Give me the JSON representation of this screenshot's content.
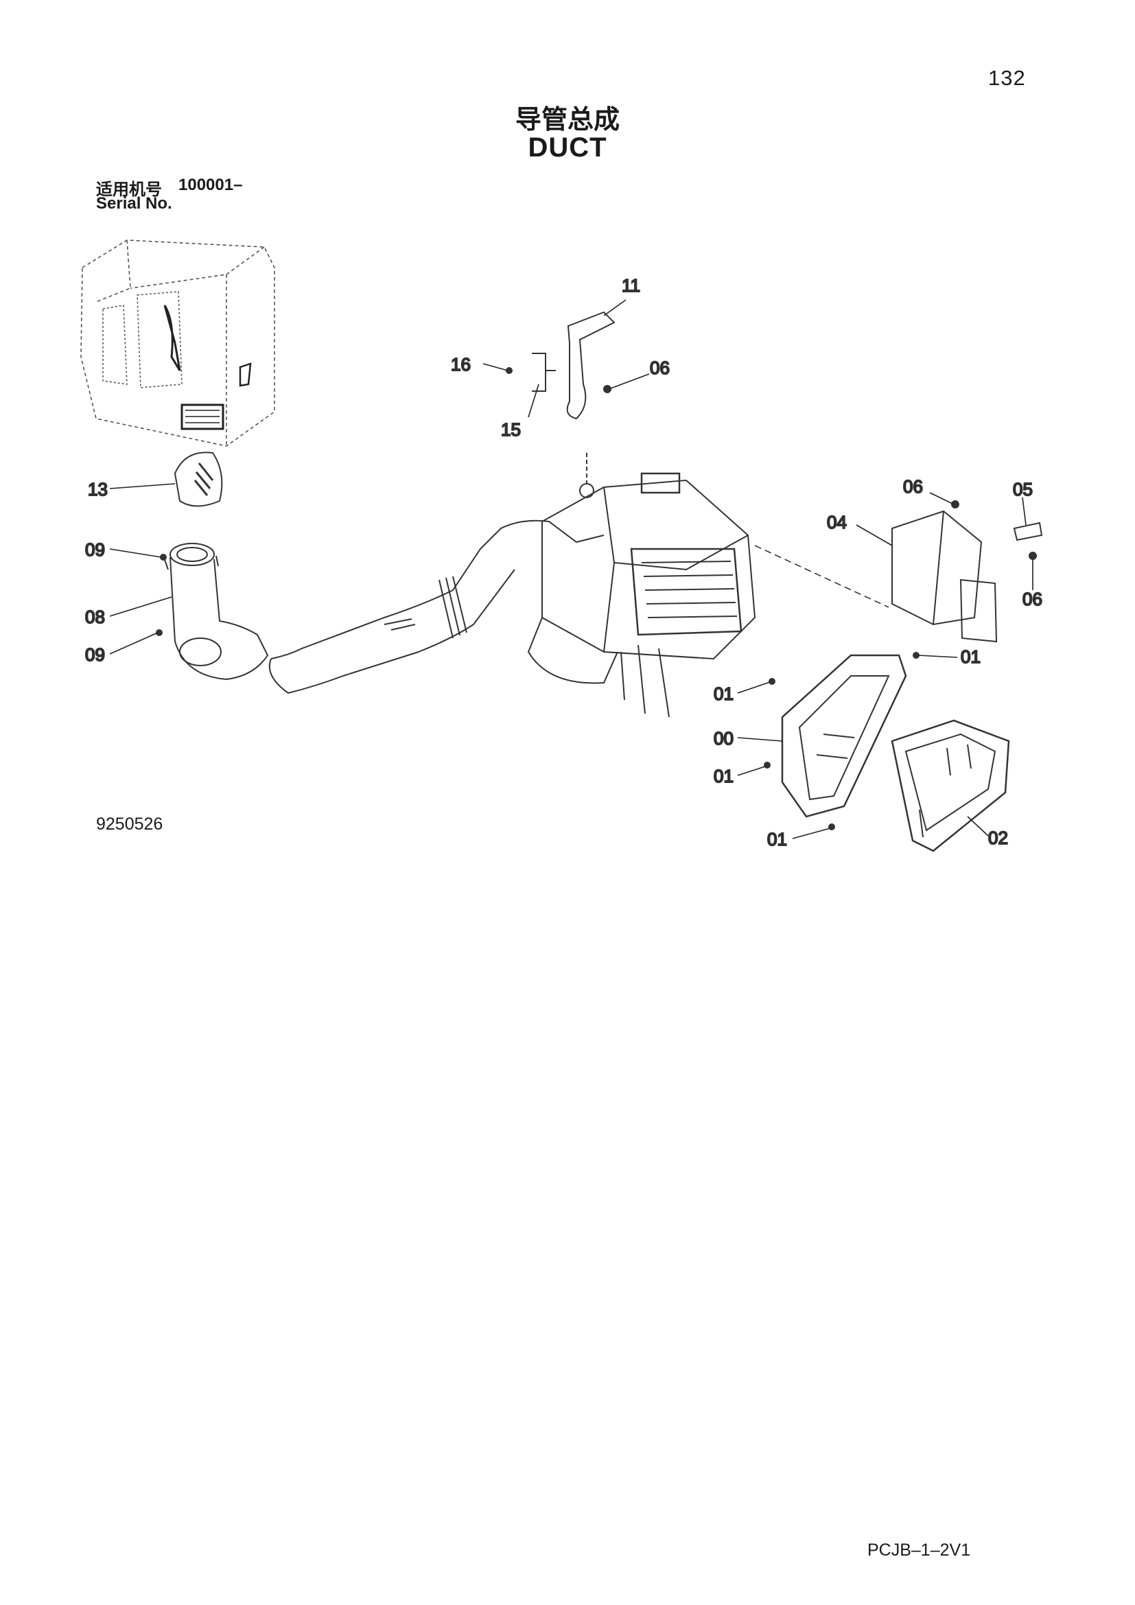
{
  "header": {
    "page_number": "132",
    "title_cn": "导管总成",
    "title_en": "DUCT"
  },
  "serial": {
    "label_cn": "适用机号",
    "range": "100001–",
    "label_en": "Serial No."
  },
  "drawing_number": "9250526",
  "footer": {
    "code": "PCJB–1–2V1"
  },
  "callouts": {
    "c11": "11",
    "c16": "16",
    "c06a": "06",
    "c15": "15",
    "c13": "13",
    "c09a": "09",
    "c08": "08",
    "c09b": "09",
    "c06b": "06",
    "c05": "05",
    "c04": "04",
    "c06c": "06",
    "c01a": "01",
    "c01b": "01",
    "c00": "00",
    "c01c": "01",
    "c01d": "01",
    "c02": "02"
  }
}
